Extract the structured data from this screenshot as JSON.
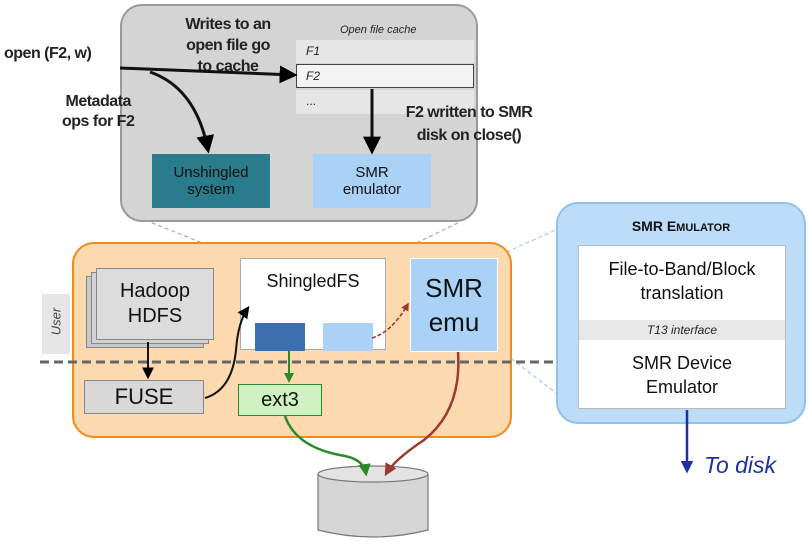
{
  "zoom": {
    "open_call": "open (F2, w)",
    "writes_note": [
      "Writes to an",
      "open file go",
      "to cache"
    ],
    "cache_title": "Open file cache",
    "cache_rows": [
      "F1",
      "F2",
      "..."
    ],
    "metadata_note": [
      "Metadata",
      "ops for F2"
    ],
    "written_note": [
      "F2 written to SMR",
      "disk on close()"
    ],
    "unshingled_box": [
      "Unshingled",
      "system"
    ],
    "smr_box": [
      "SMR",
      "emulator"
    ]
  },
  "main": {
    "user_label": "User",
    "hadoop": [
      "Hadoop",
      "HDFS"
    ],
    "fuse": "FUSE",
    "shingledfs": "ShingledFS",
    "smr_emu": [
      "SMR",
      "emu"
    ],
    "ext3": "ext3"
  },
  "emulator_panel": {
    "title_prefix": "SMR E",
    "title_rest": "MULATOR",
    "translation": [
      "File-to-Band/Block",
      "translation"
    ],
    "interface": "T13 interface",
    "device": [
      "SMR Device",
      "Emulator"
    ],
    "to_disk": "To disk"
  },
  "colors": {
    "orange_fill": "#fcd9ae",
    "orange_border": "#f28a1c",
    "teal": "#2a7b8c",
    "light_blue": "#a9d2f6",
    "dark_blue": "#3d6fb0",
    "green": "#2a8a2a",
    "red_arrow": "#9a3a32",
    "blue_text": "#1f2fa6"
  }
}
